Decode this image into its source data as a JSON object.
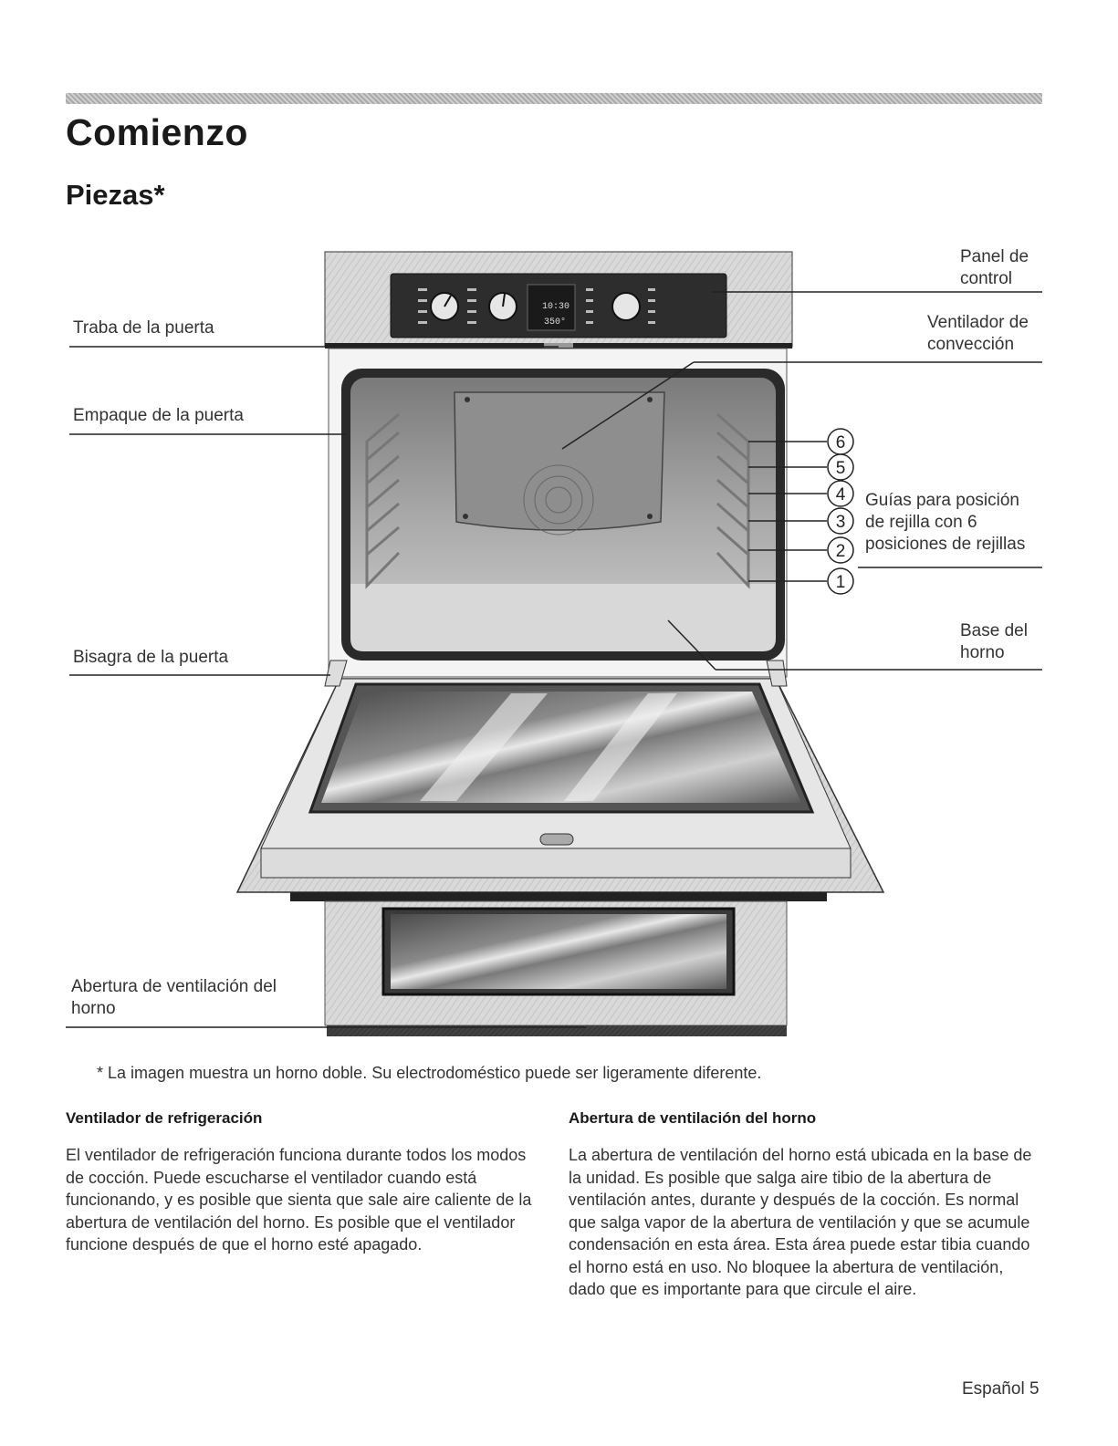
{
  "page": {
    "title": "Comienzo",
    "subtitle": "Piezas*"
  },
  "labels": {
    "door_latch": "Traba de la puerta",
    "door_gasket": "Empaque de la puerta",
    "door_hinge": "Bisagra de la puerta",
    "oven_vent": "Abertura de ventilación del horno",
    "control_panel": "Panel de control",
    "convection_fan": "Ventilador de convección",
    "rack_guides": "Guías para posición de rejilla con 6 posiciones de rejillas",
    "oven_bottom": "Base del horno"
  },
  "rack_positions": [
    "6",
    "5",
    "4",
    "3",
    "2",
    "1"
  ],
  "display": {
    "time": "10:30",
    "temp": "350°"
  },
  "footnote": "* La imagen muestra un horno doble. Su electrodoméstico puede ser ligeramente diferente.",
  "sections": [
    {
      "heading": "Ventilador de refrigeración",
      "body": "El ventilador de refrigeración funciona durante todos los modos de cocción. Puede escucharse el ventilador cuando está funcionando, y es posible que sienta que sale aire caliente de la abertura de ventilación del horno. Es posible que el ventilador funcione después de que el horno esté apagado."
    },
    {
      "heading": "Abertura de ventilación del horno",
      "body": "La abertura de ventilación del horno está ubicada en la base de la unidad. Es posible que salga aire tibio de la abertura de ventilación antes, durante y después de la cocción. Es normal que salga vapor de la abertura de ventilación y que se acumule condensación en esta área. Esta área puede estar tibia cuando el horno está en uso. No bloquee la abertura de ventilación, dado que es importante para que circule el aire."
    }
  ],
  "footer": {
    "page_label": "Español 5"
  }
}
